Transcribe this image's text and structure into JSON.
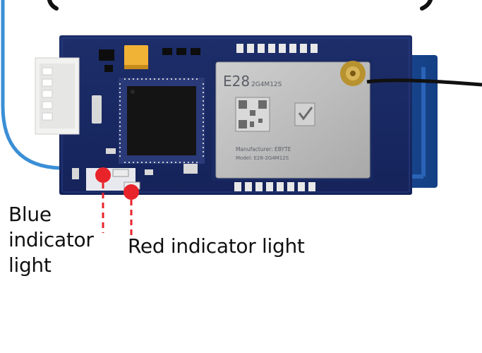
{
  "annotations": {
    "blue_indicator": {
      "line1": "Blue",
      "line2": "indicator",
      "line3": "light",
      "dot_color": "#e8232a"
    },
    "red_indicator": {
      "text": "Red indicator light",
      "dot_color": "#e8232a"
    }
  },
  "module": {
    "model_text": "E28",
    "model_suffix": "2G4M12S",
    "line_manufacturer": "Manufacturer: EBYTE",
    "line_model": "Model: E28-2G4M12S",
    "colors": {
      "pcb": "#1a2a63",
      "shield": "#bdbdbd",
      "antenna_board": "#1b4f9a",
      "cable": "#3a8fd6"
    }
  }
}
